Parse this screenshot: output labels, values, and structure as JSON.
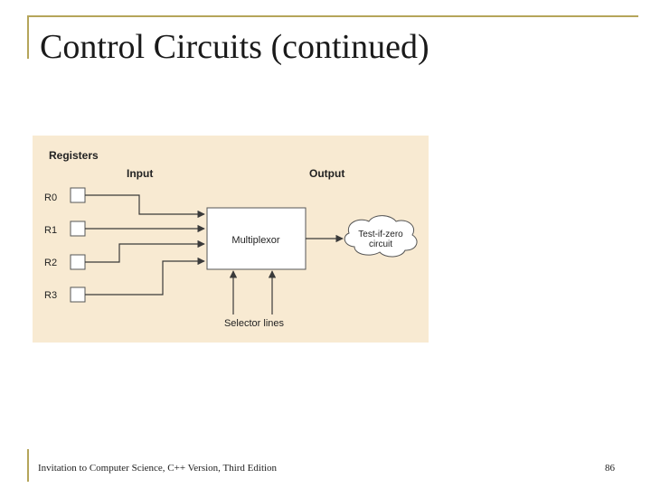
{
  "slide": {
    "title": "Control Circuits (continued)",
    "footer": "Invitation to Computer Science, C++ Version, Third Edition",
    "page_number": "86"
  },
  "diagram": {
    "registers_heading": "Registers",
    "input_label": "Input",
    "output_label": "Output",
    "registers": [
      "R0",
      "R1",
      "R2",
      "R3"
    ],
    "multiplexor_label": "Multiplexor",
    "test_circuit_line1": "Test-if-zero",
    "test_circuit_line2": "circuit",
    "selector_label": "Selector lines"
  }
}
